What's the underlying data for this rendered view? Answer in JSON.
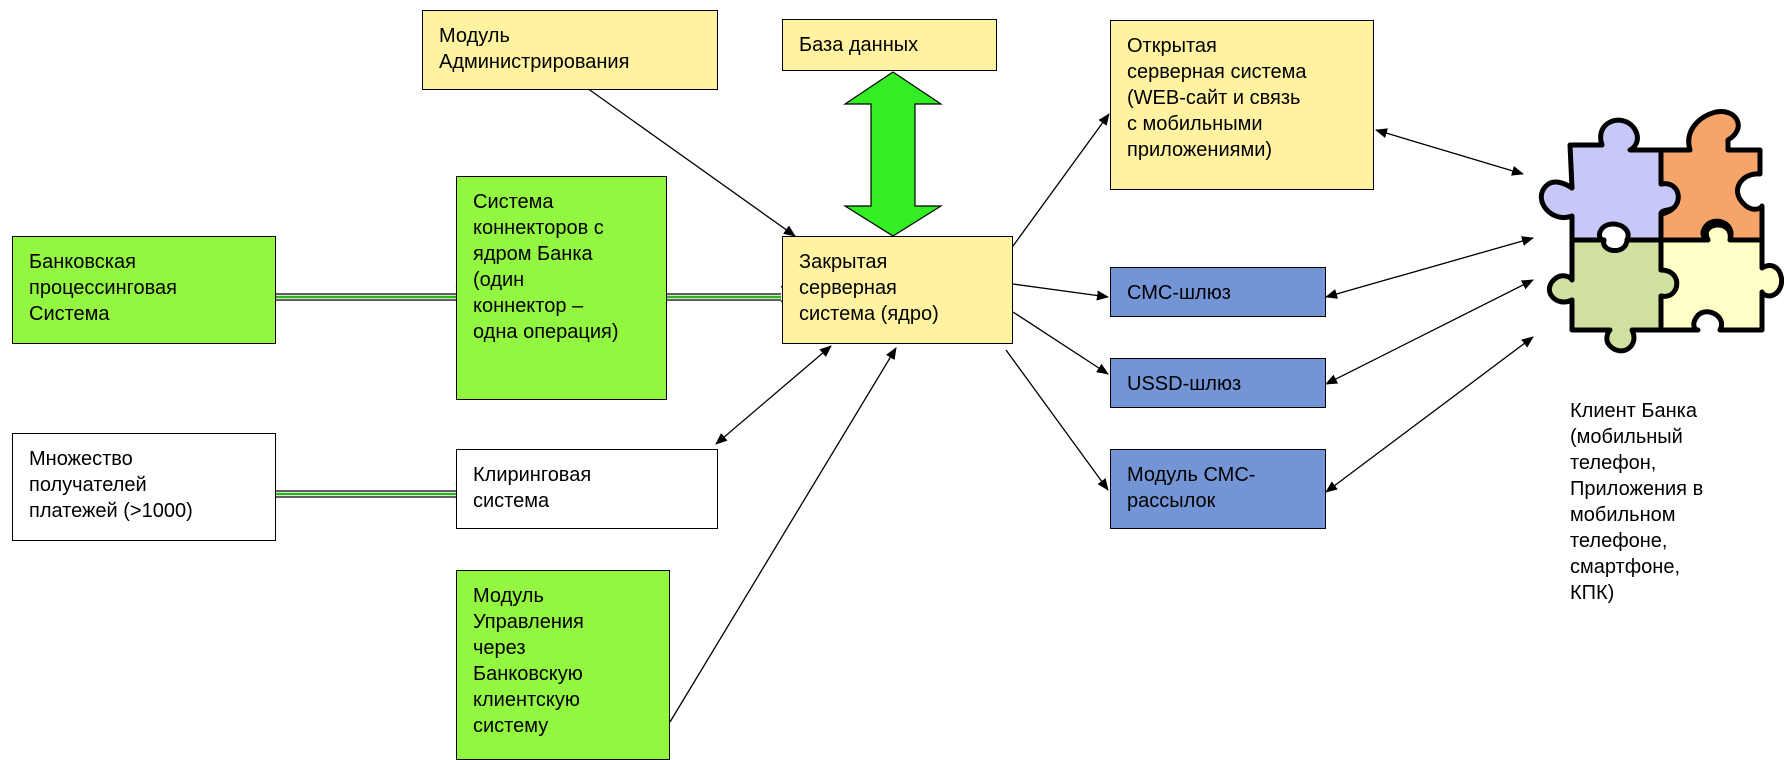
{
  "boxes": {
    "admin_module": "Модуль\nАдминистрирования",
    "database": "База данных",
    "open_server": "Открытая\nсерверная система\n(WEB-сайт и связь\nс мобильными\nприложениями)",
    "banking_processing": "Банковская\nпроцессинговая\nСистема",
    "connectors": "Система\nконнекторов с\nядром Банка\n(один\nконнектор –\nодна операция)",
    "closed_server": "Закрытая\nсерверная\nсистема (ядро)",
    "sms_gateway": "СМС-шлюз",
    "ussd_gateway": "USSD-шлюз",
    "sms_mailing": "Модуль СМС-\nрассылок",
    "recipients": "Множество\nполучателей\nплатежей (>1000)",
    "clearing": "Клиринговая\nсистема",
    "client_mgmt": "Модуль\nУправления\nчерез\nБанковскую\nклиентскую\nсистему"
  },
  "client_caption": "Клиент Банка\n(мобильный\nтелефон,\nПриложения в\nмобильном\nтелефоне,\nсмартфоне,\nКПК)",
  "colors": {
    "yellow": "#fff2a0",
    "green": "#93f641",
    "blue": "#7395d6",
    "arrow_green": "#33ee22",
    "puzzle_purple": "#c8c8f8",
    "puzzle_orange": "#f6a46a",
    "puzzle_green": "#cfe0a0",
    "puzzle_yellow": "#ffffc8"
  },
  "icons": [
    "puzzle-icon"
  ]
}
